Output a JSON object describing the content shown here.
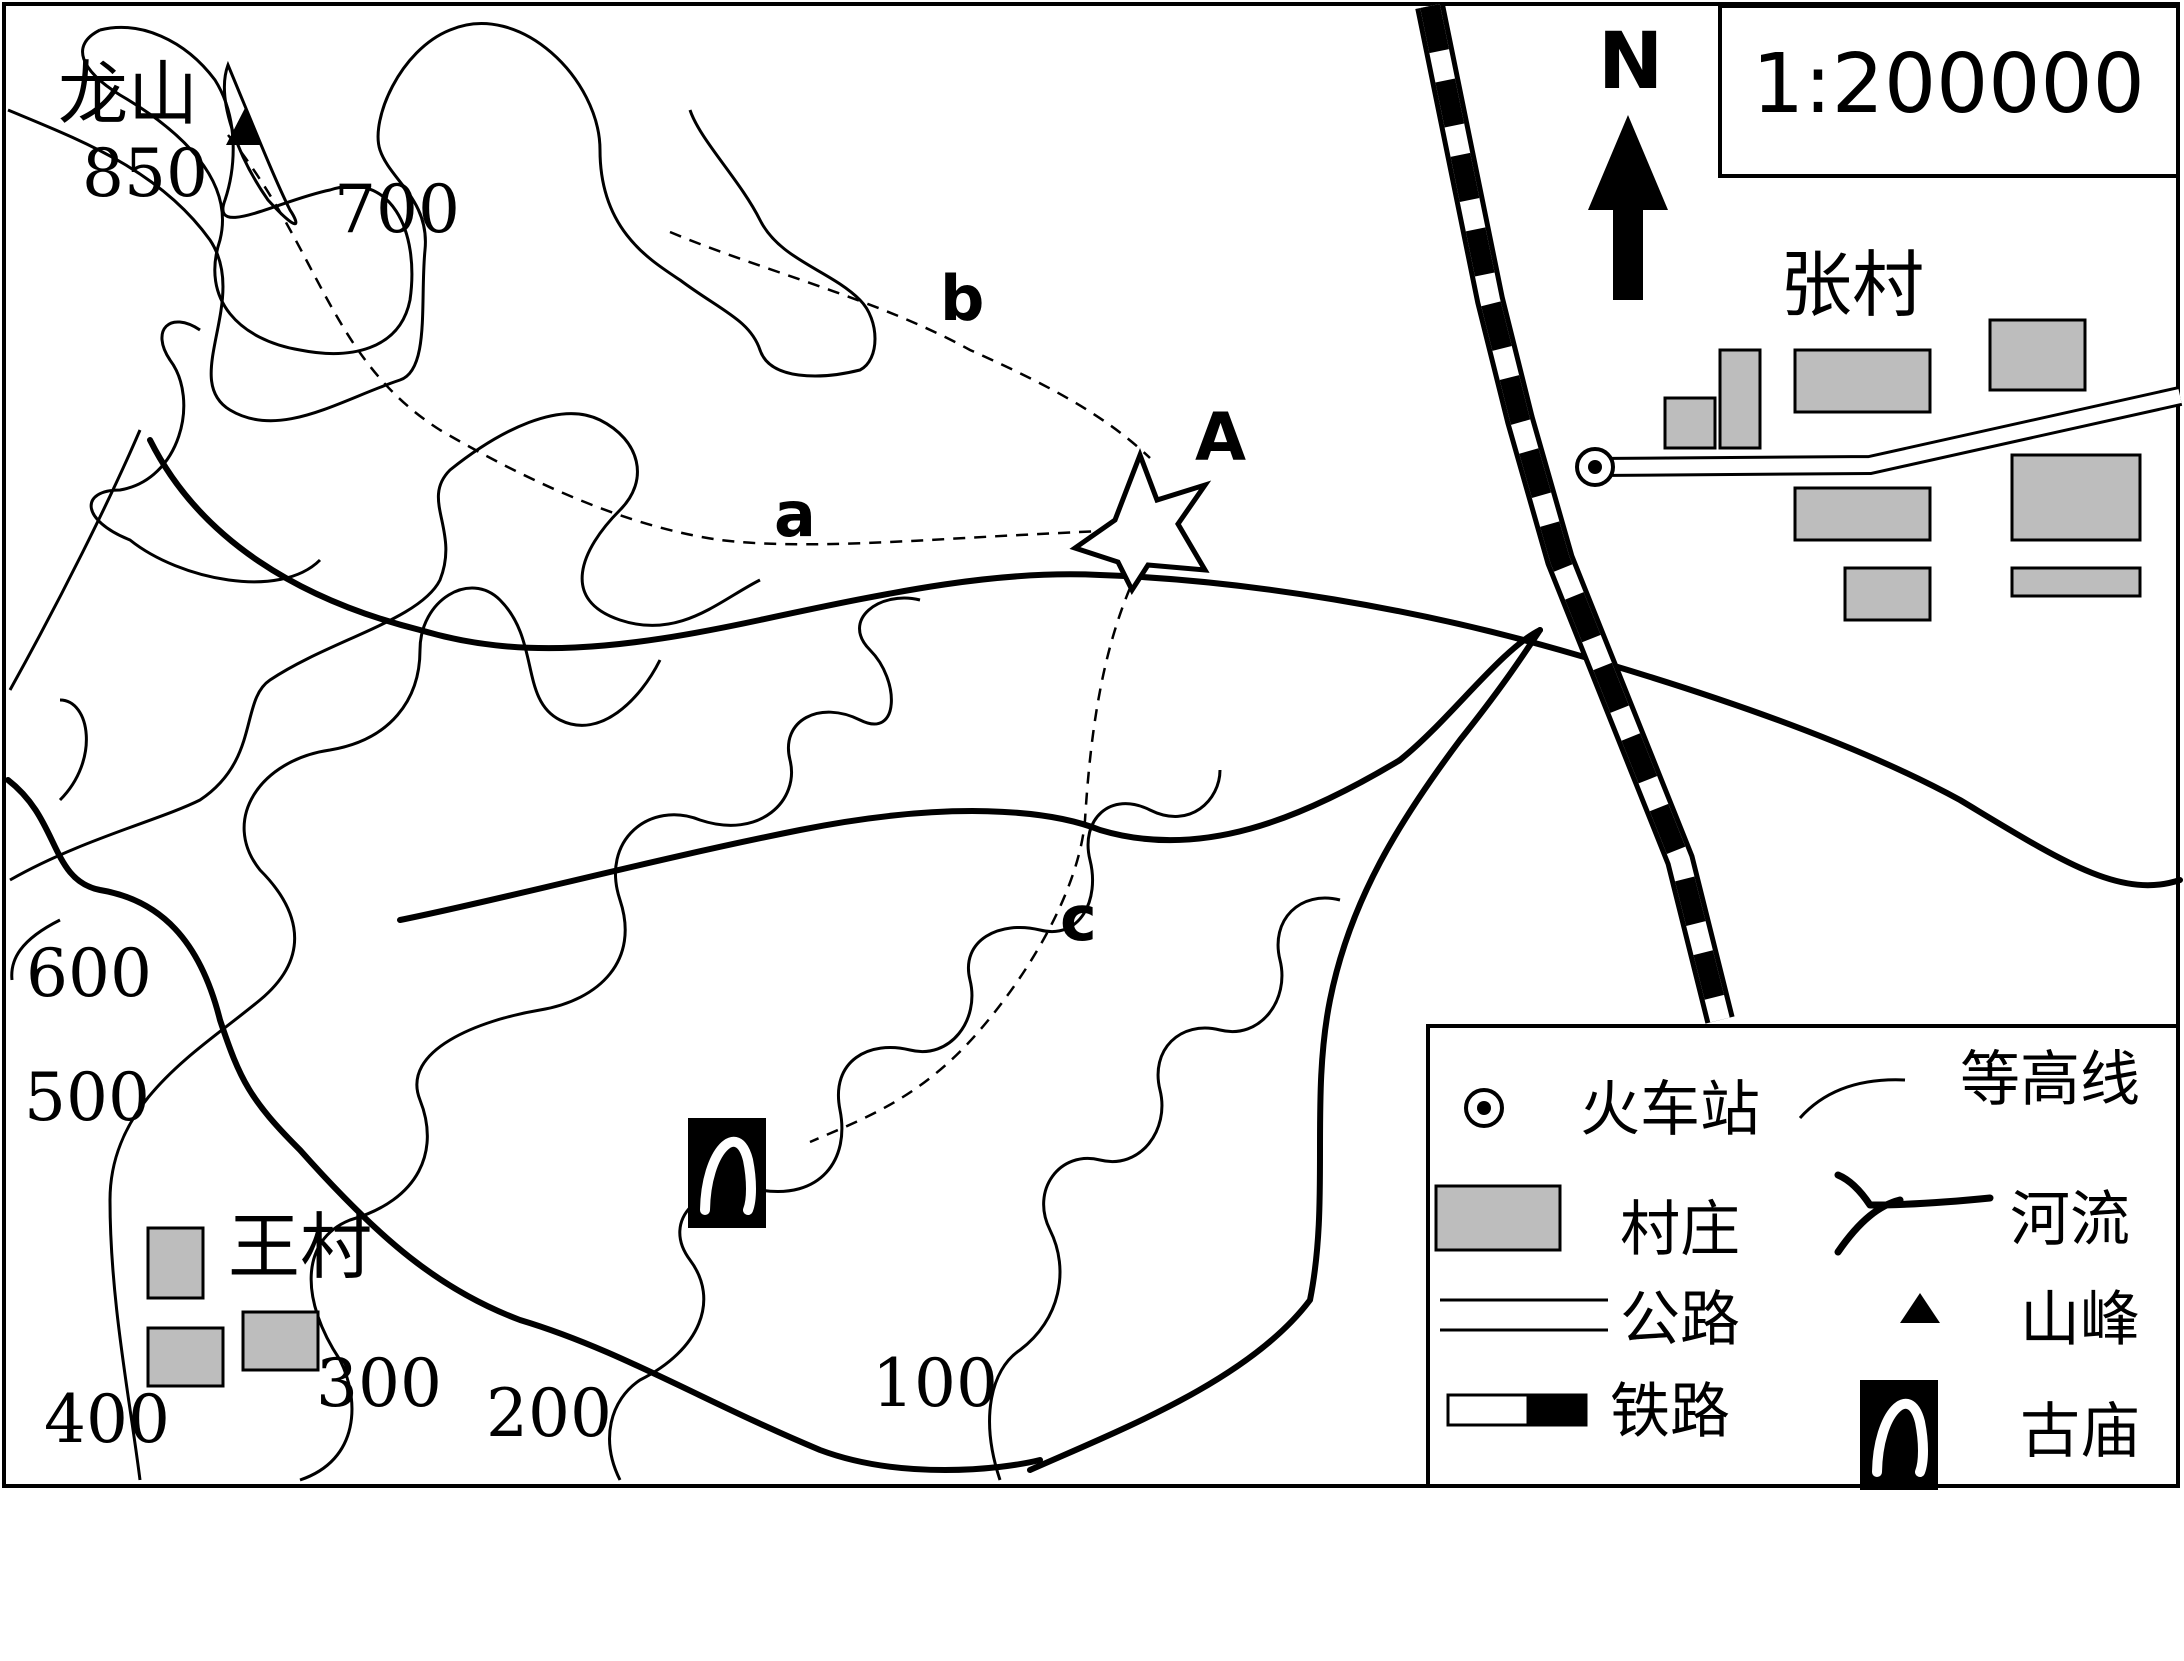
{
  "scale": "1:200000",
  "north": "N",
  "peak": {
    "name": "龙山",
    "elevation": "850"
  },
  "contour_labels": [
    "700",
    "600",
    "500",
    "400",
    "300",
    "200",
    "100"
  ],
  "villages": {
    "zhang": "张村",
    "wang": "王村"
  },
  "points": {
    "A": "A"
  },
  "routes": {
    "a": "a",
    "b": "b",
    "c": "c"
  },
  "legend": {
    "station": "火车站",
    "contour": "等高线",
    "village": "村庄",
    "river": "河流",
    "road": "公路",
    "peak": "山峰",
    "railway": "铁路",
    "temple": "古庙"
  },
  "colors": {
    "village_fill": "#bdbdbd",
    "line": "#000000"
  }
}
